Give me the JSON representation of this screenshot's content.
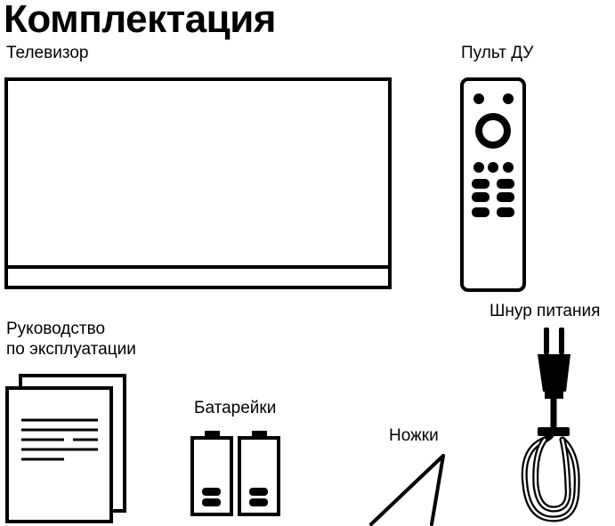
{
  "title": "Комплектация",
  "items": {
    "tv": {
      "label": "Телевизор"
    },
    "remote": {
      "label": "Пульт ДУ"
    },
    "manual": {
      "label_line1": "Руководство",
      "label_line2": "по эксплуатации"
    },
    "batteries": {
      "label": "Батарейки"
    },
    "power_cable": {
      "label": "Шнур питания"
    },
    "feet": {
      "label": "Ножки"
    }
  },
  "colors": {
    "stroke": "#000000",
    "background": "#ffffff"
  }
}
